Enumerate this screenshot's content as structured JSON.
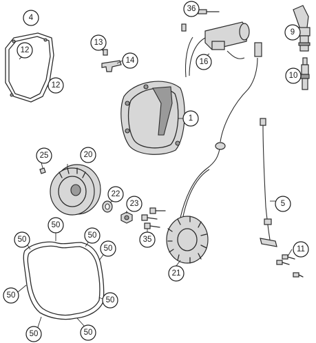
{
  "callouts": [
    {
      "id": "4",
      "text": "4"
    },
    {
      "id": "12a",
      "text": "12"
    },
    {
      "id": "12b",
      "text": "12"
    },
    {
      "id": "13",
      "text": "13"
    },
    {
      "id": "14",
      "text": "14"
    },
    {
      "id": "36",
      "text": "36"
    },
    {
      "id": "16",
      "text": "16"
    },
    {
      "id": "9",
      "text": "9"
    },
    {
      "id": "10",
      "text": "10"
    },
    {
      "id": "1",
      "text": "1"
    },
    {
      "id": "25",
      "text": "25"
    },
    {
      "id": "20",
      "text": "20"
    },
    {
      "id": "22",
      "text": "22"
    },
    {
      "id": "23",
      "text": "23"
    },
    {
      "id": "35",
      "text": "35"
    },
    {
      "id": "5",
      "text": "5"
    },
    {
      "id": "11",
      "text": "11"
    },
    {
      "id": "21",
      "text": "21"
    },
    {
      "id": "50a",
      "text": "50"
    },
    {
      "id": "50b",
      "text": "50"
    },
    {
      "id": "50c",
      "text": "50"
    },
    {
      "id": "50d",
      "text": "50"
    },
    {
      "id": "50e",
      "text": "50"
    },
    {
      "id": "50f",
      "text": "50"
    },
    {
      "id": "50g",
      "text": "50"
    },
    {
      "id": "50h",
      "text": "50"
    }
  ]
}
